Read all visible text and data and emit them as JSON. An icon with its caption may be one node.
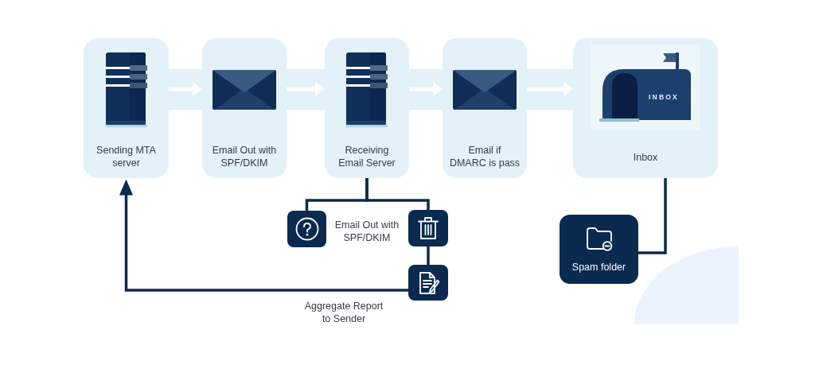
{
  "diagram": {
    "nodes": [
      {
        "text": [
          "Sending MTA server"
        ]
      },
      {
        "text": [
          "Email Out with SPF/DKIM"
        ]
      },
      {
        "text": [
          "Receiving Email Server"
        ]
      },
      {
        "text": [
          "Email if DMARC is pass"
        ]
      },
      {
        "text": [
          "INBOX",
          "Inbox"
        ]
      },
      {
        "text": [],
        "shape": "box"
      },
      {
        "text": [],
        "shape": "box"
      },
      {
        "text": [],
        "shape": "box",
        "beside": [
          "Aggregate Report to Sender"
        ]
      },
      {
        "text": [
          "Spam folder"
        ]
      }
    ],
    "edges": [
      {
        "from": 0,
        "to": 1,
        "arrow": "to",
        "color": "#ffffff"
      },
      {
        "from": 1,
        "to": 2,
        "arrow": "to",
        "color": "#ffffff"
      },
      {
        "from": 2,
        "to": 3,
        "arrow": "to",
        "color": "#ffffff"
      },
      {
        "from": 3,
        "to": 4,
        "arrow": "to",
        "color": "#ffffff"
      },
      {
        "from": 2,
        "to": 5,
        "arrow": "none"
      },
      {
        "from": 2,
        "to": 6,
        "arrow": "none"
      },
      {
        "from": 6,
        "to": 7,
        "arrow": "none"
      },
      {
        "from": 7,
        "to": 0,
        "arrow": "to"
      },
      {
        "from": 4,
        "to": 8,
        "arrow": "none"
      }
    ],
    "labels": [
      "Email Out with SPF/DKIM"
    ]
  }
}
